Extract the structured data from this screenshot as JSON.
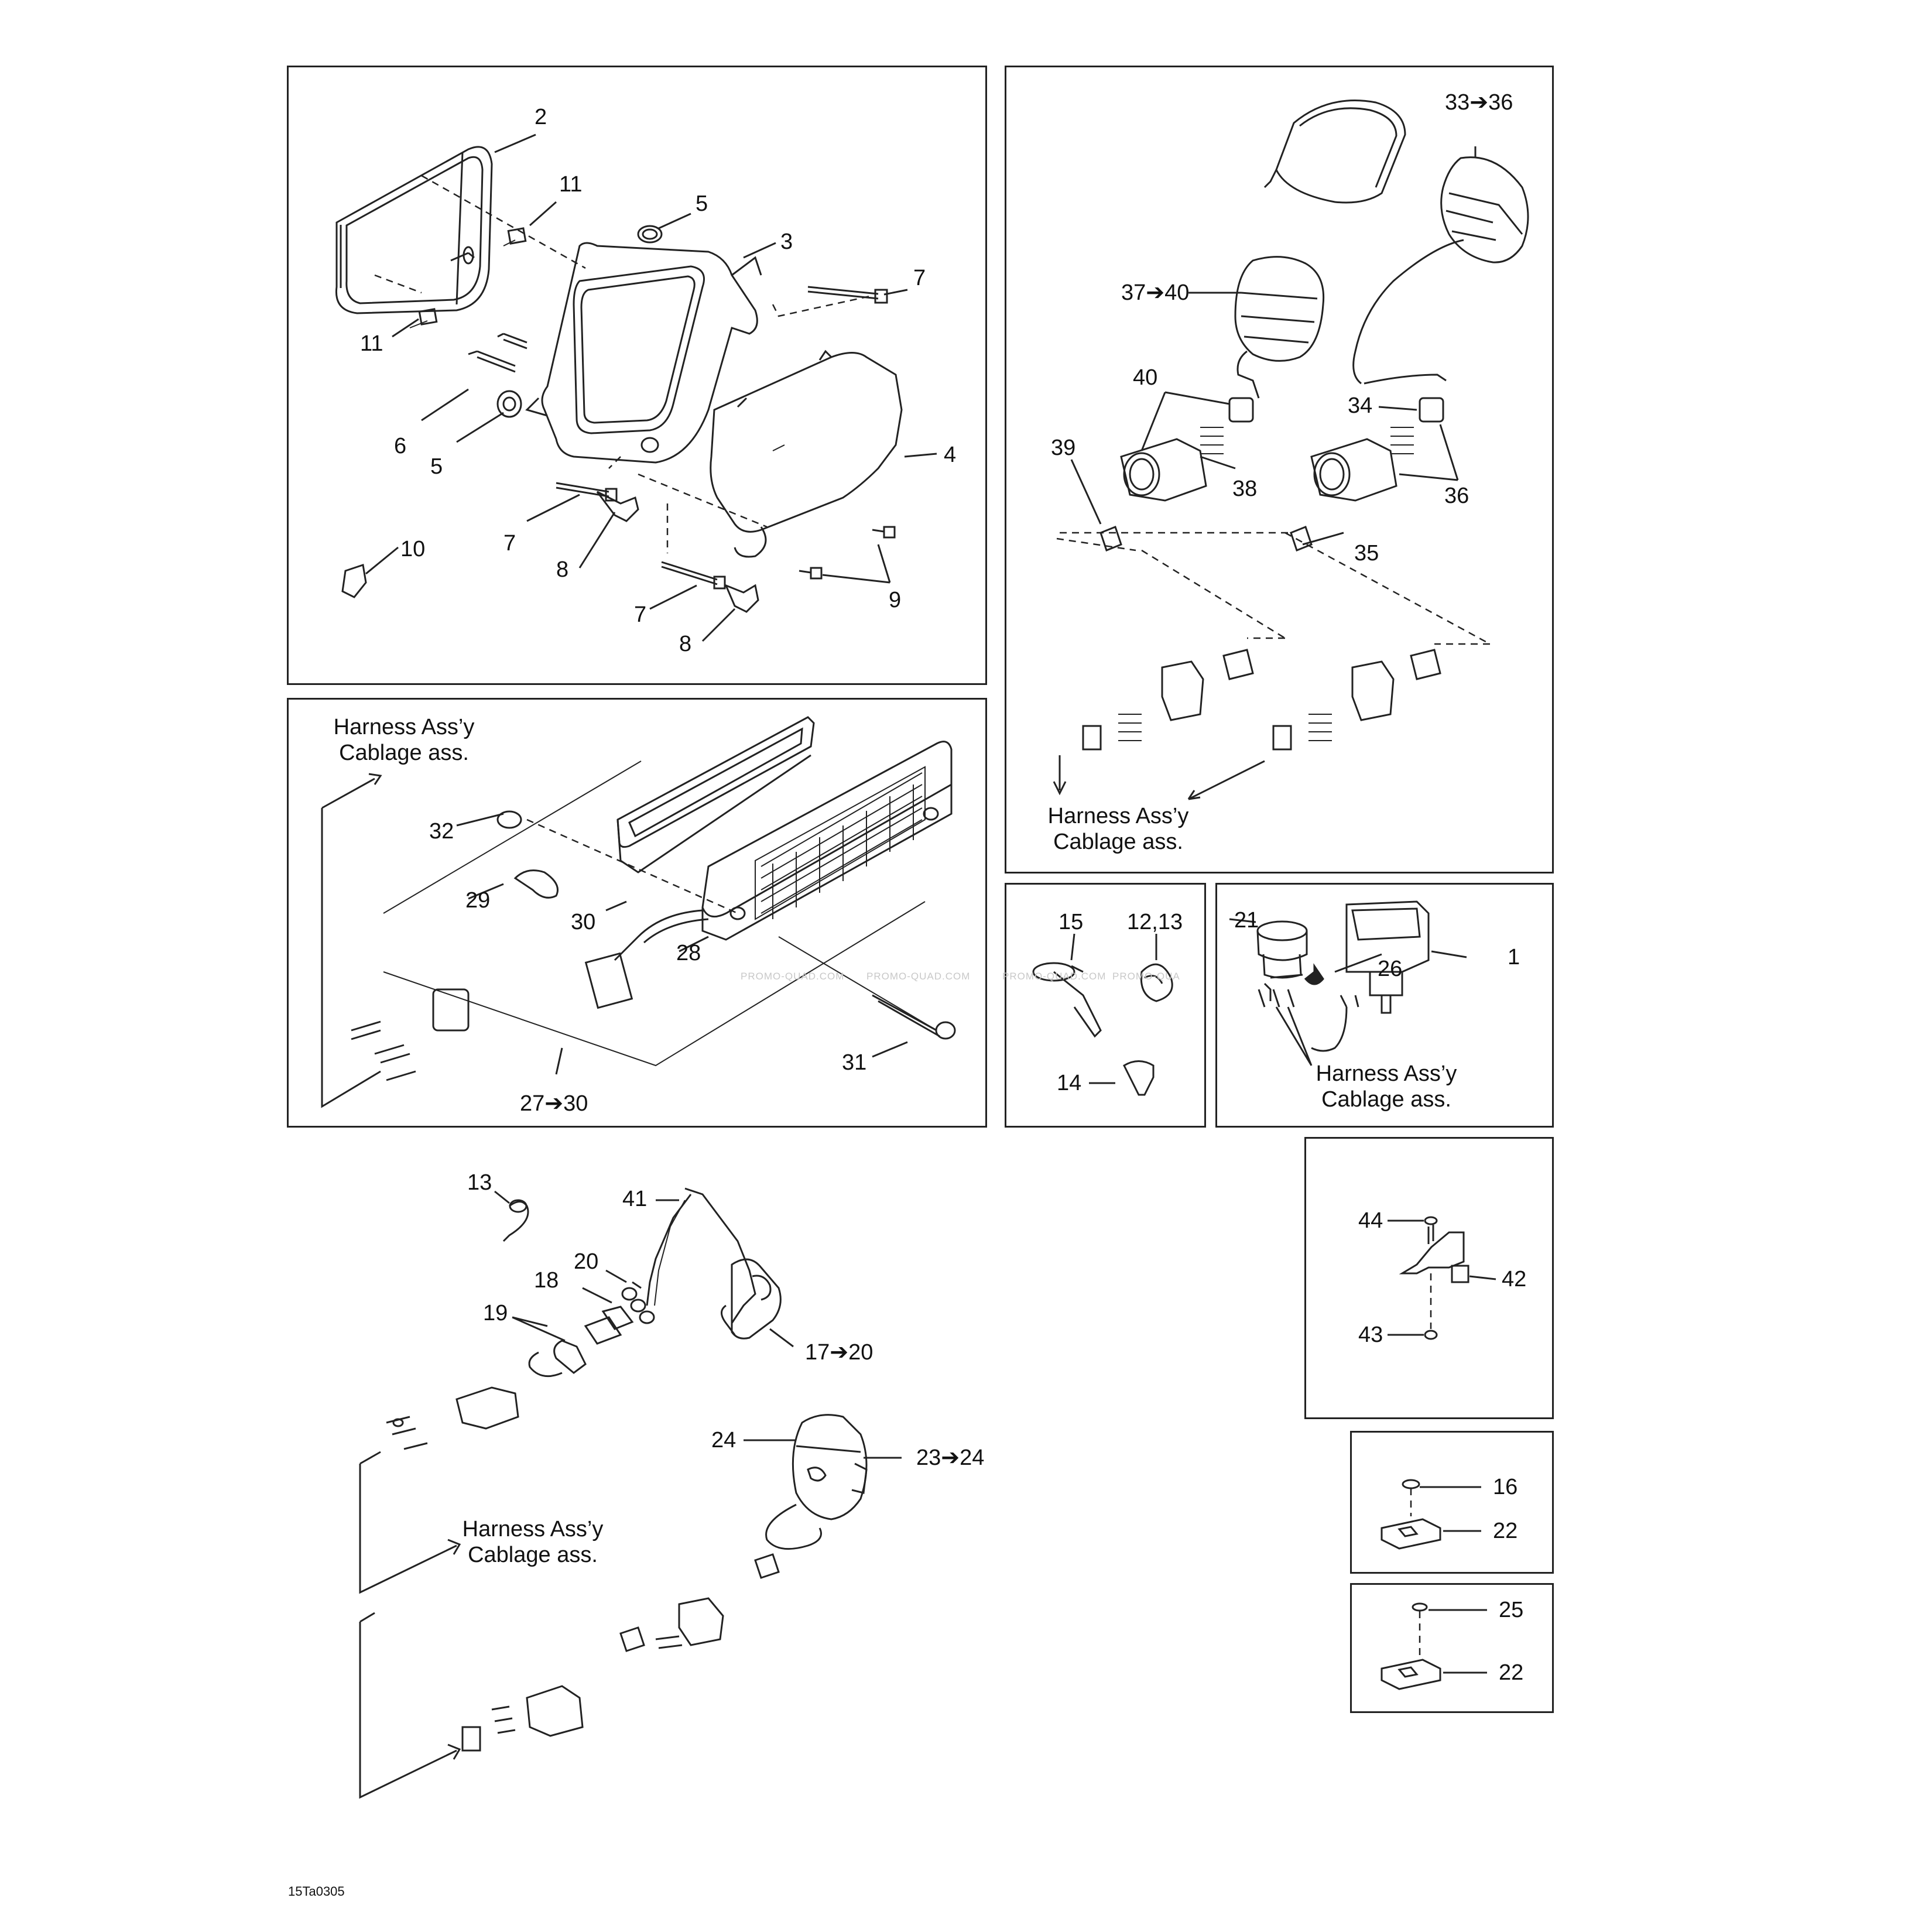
{
  "callouts": {
    "headlight": [
      "2",
      "11",
      "11",
      "5",
      "3",
      "7",
      "6",
      "5",
      "4",
      "7",
      "8",
      "10",
      "9",
      "7",
      "8"
    ],
    "instruments": [
      "33➔36",
      "37➔40",
      "40",
      "34",
      "39",
      "38",
      "36",
      "35"
    ],
    "taillight": [
      "32",
      "29",
      "30",
      "28",
      "31",
      "27➔30"
    ],
    "ties": [
      "15",
      "12,13",
      "14"
    ],
    "outlet": [
      "21",
      "1",
      "26"
    ],
    "switches": [
      "13",
      "41",
      "20",
      "18",
      "19",
      "17➔20",
      "24",
      "23➔24"
    ],
    "bracket": [
      "44",
      "42",
      "43"
    ],
    "clip_a": [
      "16",
      "22"
    ],
    "clip_b": [
      "25",
      "22"
    ]
  },
  "harness": {
    "line1": "Harness Ass’y",
    "line2": "Cablage ass."
  },
  "watermarks": [
    "PROMO-QUAD.COM",
    "PROMO-QUAD.COM",
    "PROMO-QUAD.COM",
    "PROMO-QUA"
  ],
  "reference_code": "15Ta0305"
}
